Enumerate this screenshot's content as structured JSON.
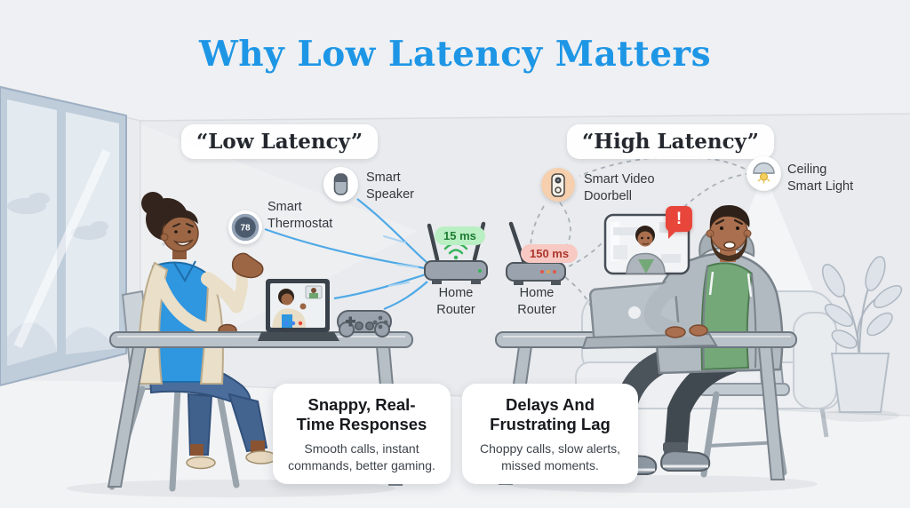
{
  "title": "Why Low Latency Matters",
  "left_scene": {
    "label": "“Low Latency”",
    "thermostat": {
      "label": "Smart\nThermostat",
      "value": "78"
    },
    "speaker": {
      "label": "Smart\nSpeaker"
    },
    "router": {
      "latency": "15 ms",
      "label": "Home\nRouter"
    },
    "card": {
      "title": "Snappy, Real-\nTime Responses",
      "body": "Smooth calls, instant\ncommands, better gaming."
    }
  },
  "right_scene": {
    "label": "“High Latency”",
    "doorbell": {
      "label": "Smart Video\nDoorbell"
    },
    "ceiling_light": {
      "label": "Ceiling\nSmart Light"
    },
    "router": {
      "latency": "150 ms",
      "label": "Home\nRouter"
    },
    "alert": "!",
    "card": {
      "title": "Delays And\nFrustrating Lag",
      "body": "Choppy calls, slow alerts,\nmissed moments."
    }
  },
  "colors": {
    "title_blue": "#1e96e6",
    "low_latency_badge_bg": "#b9efc3",
    "low_latency_badge_text": "#1e7c34",
    "high_latency_badge_bg": "#f8c9c3",
    "high_latency_badge_text": "#ab372c",
    "connection_line_blue": "#4fa9e7",
    "connection_line_gray": "#a9b0b8",
    "alert_red": "#e8463b"
  }
}
